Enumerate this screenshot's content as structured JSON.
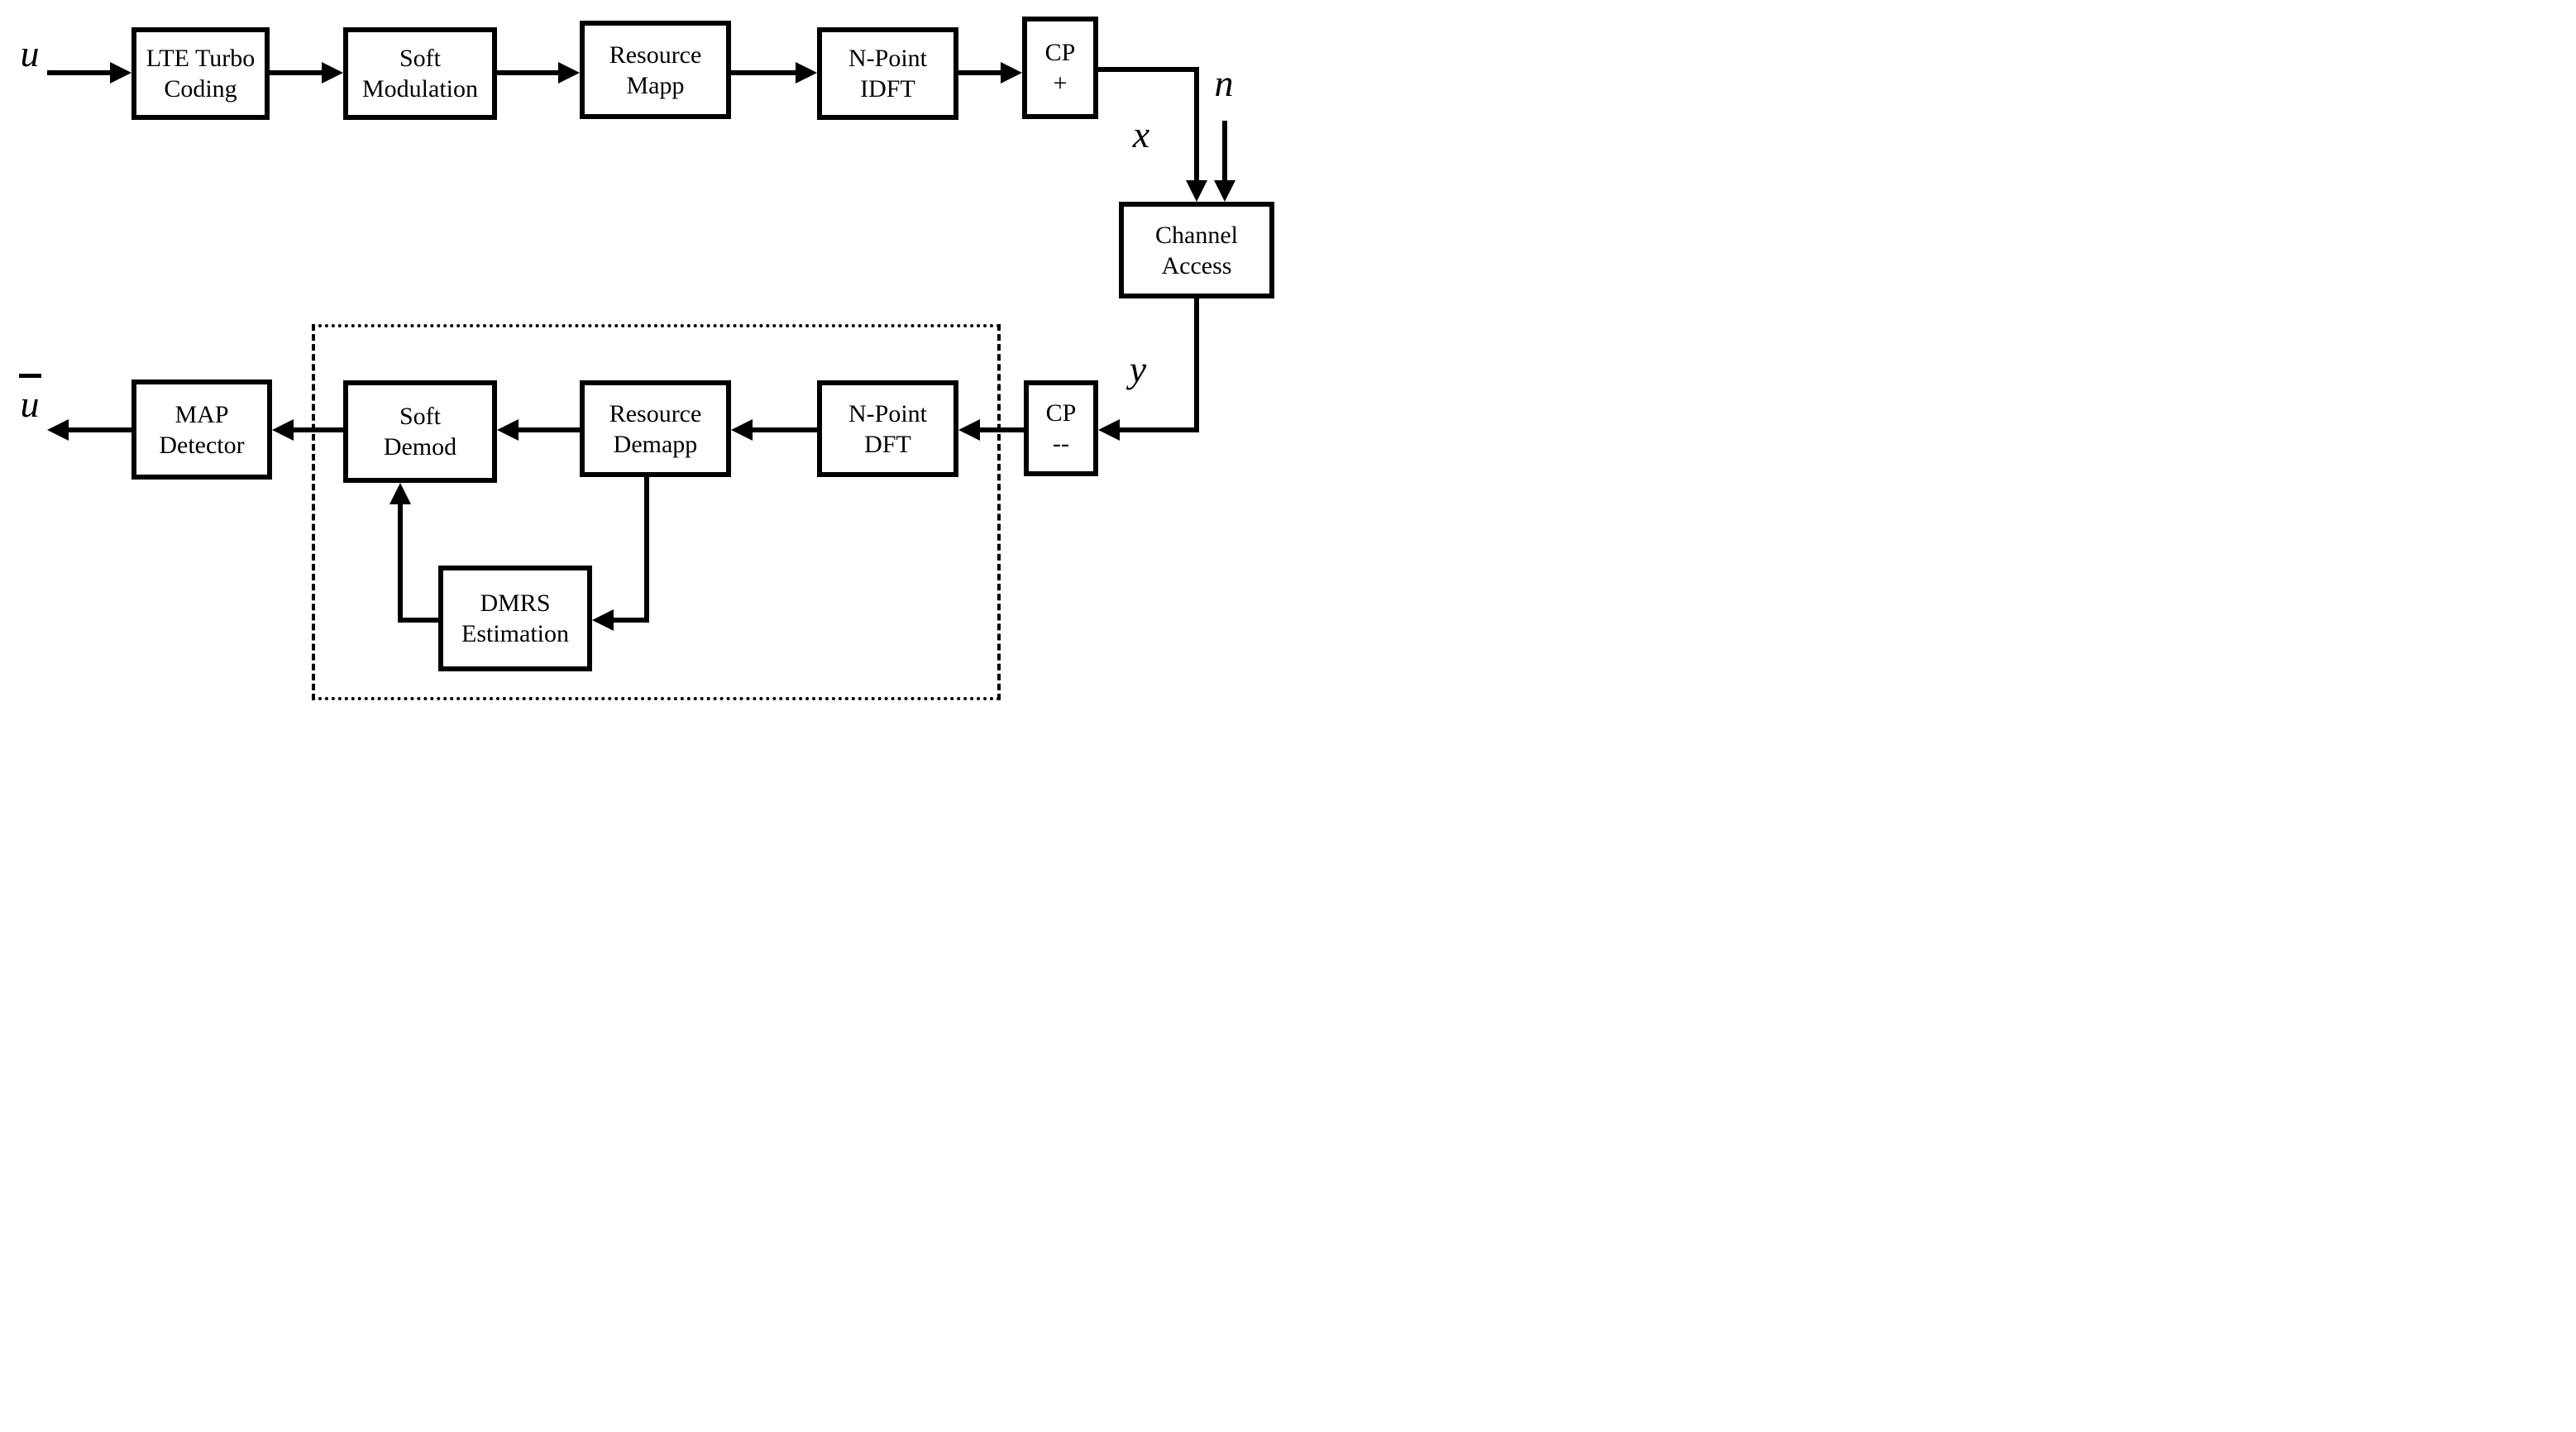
{
  "diagram": {
    "type": "block-diagram",
    "description_colors": {
      "ink": "#000000",
      "background": "#ffffff"
    }
  },
  "labels": {
    "input": "u",
    "output": "u",
    "tx_signal": "x",
    "noise": "n",
    "rx_signal": "y"
  },
  "blocks": {
    "lte_turbo": {
      "lines": [
        "LTE Turbo",
        "Coding"
      ]
    },
    "soft_modulation": {
      "lines": [
        "Soft",
        "Modulation"
      ]
    },
    "resource_mapp": {
      "lines": [
        "Resource",
        "Mapp"
      ]
    },
    "n_point_idft": {
      "lines": [
        "N-Point",
        "IDFT"
      ]
    },
    "cp_add": {
      "lines": [
        "CP",
        "+"
      ]
    },
    "channel_access": {
      "lines": [
        "Channel",
        "Access"
      ]
    },
    "cp_remove": {
      "lines": [
        "CP",
        "--"
      ]
    },
    "n_point_dft": {
      "lines": [
        "N-Point",
        "DFT"
      ]
    },
    "resource_demapp": {
      "lines": [
        "Resource",
        "Demapp"
      ]
    },
    "soft_demod": {
      "lines": [
        "Soft",
        "Demod"
      ]
    },
    "map_detector": {
      "lines": [
        "MAP",
        "Detector"
      ]
    },
    "dmrs_estimation": {
      "lines": [
        "DMRS",
        "Estimation"
      ]
    }
  }
}
